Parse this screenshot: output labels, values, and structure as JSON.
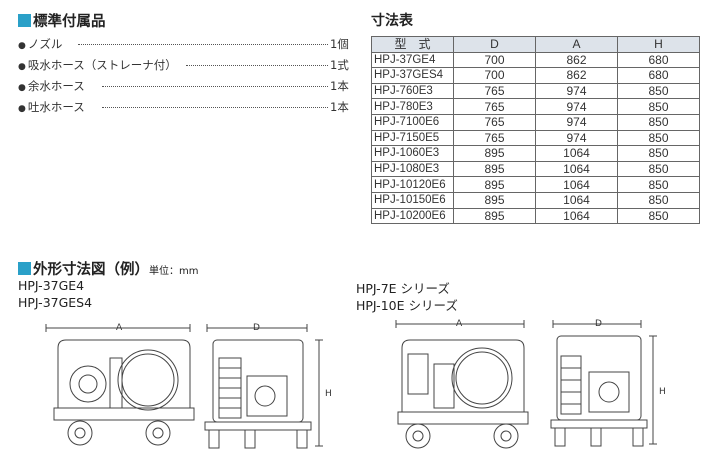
{
  "accessories": {
    "title": "標準付属品",
    "items": [
      {
        "name": "ノズル",
        "qty": "1個"
      },
      {
        "name": "吸水ホース（ストレーナ付）",
        "qty": "1式"
      },
      {
        "name": "余水ホース",
        "qty": "1本"
      },
      {
        "name": "吐水ホース",
        "qty": "1本"
      }
    ]
  },
  "dimensions": {
    "title": "寸法表",
    "headers": [
      "型　式",
      "D",
      "A",
      "H"
    ],
    "rows": [
      [
        "HPJ-37GE4",
        "700",
        "862",
        "680"
      ],
      [
        "HPJ-37GES4",
        "700",
        "862",
        "680"
      ],
      [
        "HPJ-760E3",
        "765",
        "974",
        "850"
      ],
      [
        "HPJ-780E3",
        "765",
        "974",
        "850"
      ],
      [
        "HPJ-7100E6",
        "765",
        "974",
        "850"
      ],
      [
        "HPJ-7150E5",
        "765",
        "974",
        "850"
      ],
      [
        "HPJ-1060E3",
        "895",
        "1064",
        "850"
      ],
      [
        "HPJ-1080E3",
        "895",
        "1064",
        "850"
      ],
      [
        "HPJ-10120E6",
        "895",
        "1064",
        "850"
      ],
      [
        "HPJ-10150E6",
        "895",
        "1064",
        "850"
      ],
      [
        "HPJ-10200E6",
        "895",
        "1064",
        "850"
      ]
    ]
  },
  "outline": {
    "title": "外形寸法図（例）",
    "unit": "単位：mm",
    "left_models": [
      "HPJ-37GE4",
      "HPJ-37GES4"
    ],
    "right_models": [
      "HPJ-7E シリーズ",
      "HPJ-10E シリーズ"
    ],
    "dim_labels": {
      "a": "A",
      "d": "D",
      "h": "H"
    }
  },
  "colors": {
    "accent": "#2aa0c8",
    "table_header_bg": "#dde3ea"
  }
}
